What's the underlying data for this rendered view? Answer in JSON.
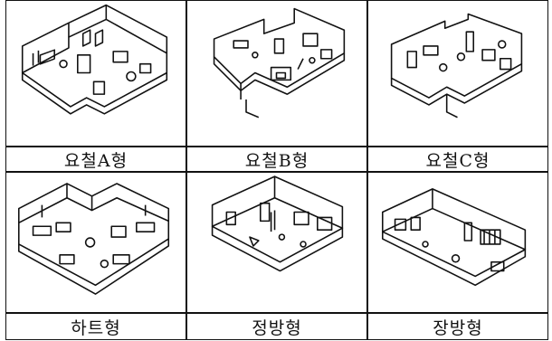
{
  "layouts": [
    {
      "label": "요철A형",
      "plan_icon": "l-shaped-room-icon"
    },
    {
      "label": "요철B형",
      "plan_icon": "stepped-room-icon"
    },
    {
      "label": "요철C형",
      "plan_icon": "notched-room-icon"
    },
    {
      "label": "하트형",
      "plan_icon": "heart-shaped-room-icon"
    },
    {
      "label": "정방형",
      "plan_icon": "square-room-icon"
    },
    {
      "label": "장방형",
      "plan_icon": "rectangular-room-icon"
    }
  ],
  "colors": {
    "line": "#111111",
    "background": "#ffffff"
  }
}
